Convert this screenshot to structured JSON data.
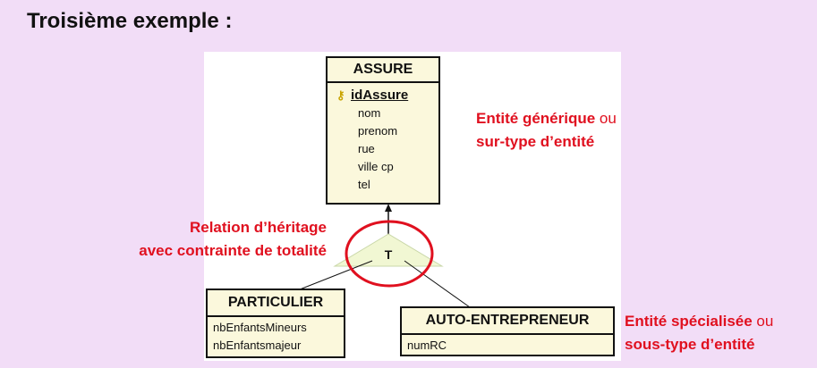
{
  "title": "Troisième exemple :",
  "entities": {
    "assure": {
      "name": "ASSURE",
      "key": "idAssure",
      "attributes": [
        "nom",
        "prenom",
        "rue",
        "ville cp",
        "tel"
      ]
    },
    "particulier": {
      "name": "PARTICULIER",
      "attributes": [
        "nbEnfantsMineurs",
        "nbEnfantsmajeur"
      ]
    },
    "auto": {
      "name": "AUTO-ENTREPRENEUR",
      "attributes": [
        "numRC"
      ]
    }
  },
  "inheritance": {
    "symbol": "T"
  },
  "annotations": {
    "generic": {
      "bold1": "Entité générique",
      "plain": " ou",
      "line2": "sur-type d’entité"
    },
    "relation": {
      "line1": "Relation d’héritage",
      "line2": "avec contrainte de totalité"
    },
    "specialized": {
      "bold1": "Entité spécialisée",
      "plain": " ou",
      "line2": "sous-type d’entité"
    }
  },
  "colors": {
    "background": "#f2ddf7",
    "annotation": "#e0101f",
    "entity_fill": "#fbf8dc",
    "triangle_fill": "#f1f7d3",
    "circle": "#e0101f"
  }
}
